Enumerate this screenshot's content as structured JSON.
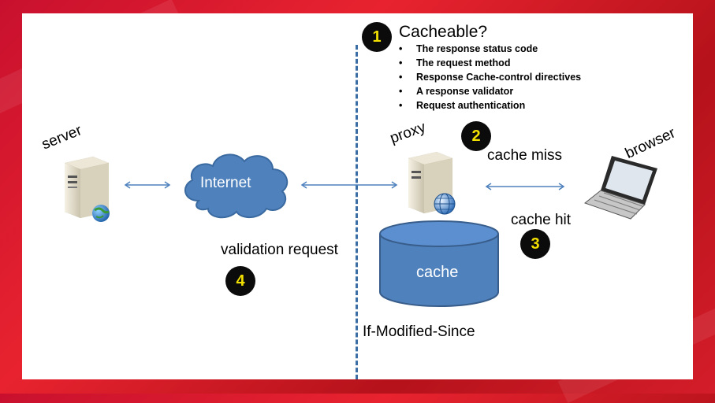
{
  "step1": {
    "number": "1",
    "title": "Cacheable?"
  },
  "criteria": [
    "The response status code",
    "The request method",
    "Response Cache-control directives",
    "A response validator",
    "Request authentication"
  ],
  "labels": {
    "server": "server",
    "internet": "Internet",
    "proxy": "proxy",
    "browser": "browser",
    "cache": "cache",
    "cache_miss": "cache miss",
    "cache_hit": "cache hit",
    "validation_request": "validation request",
    "if_modified_since": "If-Modified-Since"
  },
  "badges": {
    "b2": "2",
    "b3": "3",
    "b4": "4"
  },
  "colors": {
    "accent_blue": "#4f81bd",
    "badge_text": "#f2e000",
    "divider": "#3a6ea5"
  }
}
